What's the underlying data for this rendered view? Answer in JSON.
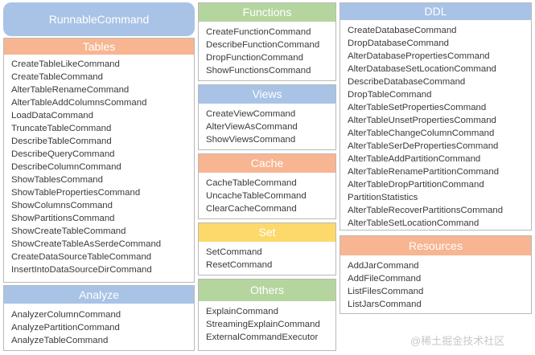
{
  "root": {
    "label": "RunnableCommand"
  },
  "tables": {
    "title": "Tables",
    "items": [
      "CreateTableLikeCommand",
      "CreateTableCommand",
      "AlterTableRenameCommand",
      "AlterTableAddColumnsCommand",
      "LoadDataCommand",
      "TruncateTableCommand",
      "DescribeTableCommand",
      "DescribeQueryCommand",
      "DescribeColumnCommand",
      "ShowTablesCommand",
      "ShowTablePropertiesCommand",
      "ShowColumnsCommand",
      "ShowPartitionsCommand",
      "ShowCreateTableCommand",
      "ShowCreateTableAsSerdeCommand",
      "CreateDataSourceTableCommand",
      "InsertIntoDataSourceDirCommand"
    ]
  },
  "analyze": {
    "title": "Analyze",
    "items": [
      "AnalyzerColumnCommand",
      "AnalyzePartitionCommand",
      "AnalyzeTableCommand"
    ]
  },
  "functions": {
    "title": "Functions",
    "items": [
      "CreateFunctionCommand",
      "DescribeFunctionCommand",
      "DropFunctionCommand",
      "ShowFunctionsCommand"
    ]
  },
  "views": {
    "title": "Views",
    "items": [
      "CreateViewCommand",
      "AlterViewAsCommand",
      "ShowViewsCommand"
    ]
  },
  "cache": {
    "title": "Cache",
    "items": [
      "CacheTableCommand",
      "UncacheTableCommand",
      "ClearCacheCommand"
    ]
  },
  "set": {
    "title": "Set",
    "items": [
      "SetCommand",
      "ResetCommand"
    ]
  },
  "others": {
    "title": "Others",
    "items": [
      "ExplainCommand",
      "StreamingExplainCommand",
      "ExternalCommandExecutor"
    ]
  },
  "ddl": {
    "title": "DDL",
    "items": [
      "CreateDatabaseCommand",
      "DropDatabaseCommand",
      "AlterDatabasePropertiesCommand",
      "AlterDatabaseSetLocationCommand",
      "DescribeDatabaseCommand",
      "DropTableCommand",
      "AlterTableSetPropertiesCommand",
      "AlterTableUnsetPropertiesCommand",
      "AlterTableChangeColumnCommand",
      "AlterTableSerDePropertiesCommand",
      "AlterTableAddPartitionCommand",
      "AlterTableRenamePartitionCommand",
      "AlterTableDropPartitionCommand",
      "PartitionStatistics",
      "AlterTableRecoverPartitionsCommand",
      "AlterTableSetLocationCommand"
    ]
  },
  "resources": {
    "title": "Resources",
    "items": [
      "AddJarCommand",
      "AddFileCommand",
      "ListFilesCommand",
      "ListJarsCommand"
    ]
  },
  "watermark": "@稀土掘金技术社区",
  "colors": {
    "blue": "#a9c3e6",
    "orange": "#f7b591",
    "green": "#b5d59e",
    "yellow": "#fcd96a",
    "border": "#b9b9b9",
    "text": "#3a3a3a"
  }
}
